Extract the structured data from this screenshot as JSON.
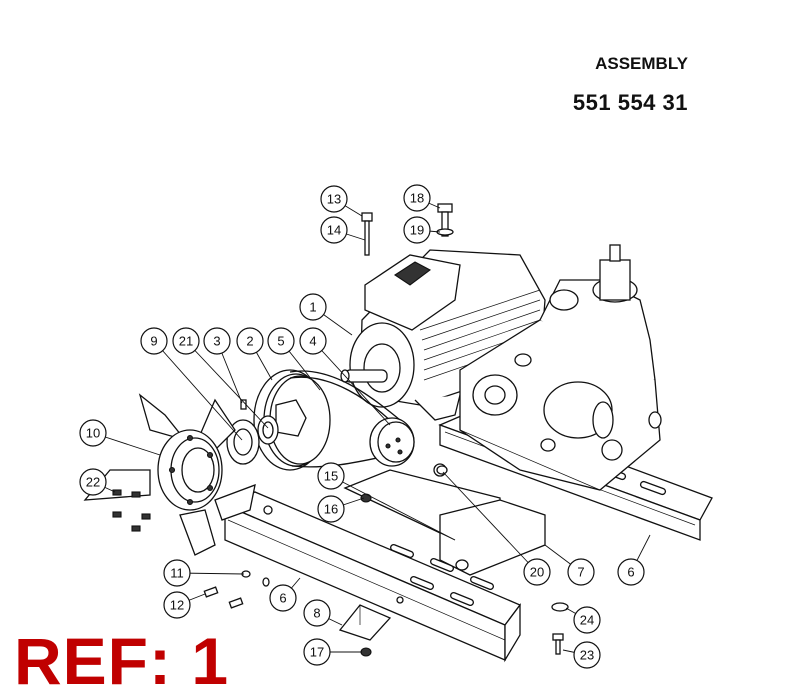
{
  "header": {
    "title": "ASSEMBLY",
    "number": "551 554 31"
  },
  "ref_label": "REF: 1",
  "callouts": [
    "1",
    "2",
    "3",
    "4",
    "5",
    "6",
    "6",
    "7",
    "8",
    "9",
    "10",
    "11",
    "12",
    "13",
    "14",
    "15",
    "16",
    "17",
    "18",
    "19",
    "20",
    "21",
    "22",
    "23",
    "24"
  ]
}
